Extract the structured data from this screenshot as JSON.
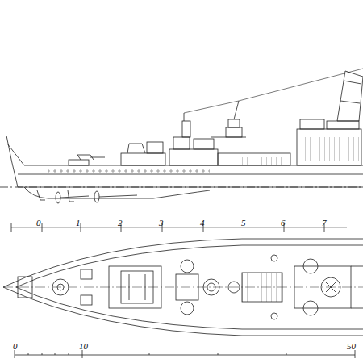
{
  "diagram": {
    "labels": [
      "0",
      "1",
      "2",
      "3",
      "4",
      "5",
      "6",
      "7",
      "0",
      "10",
      "50"
    ]
  }
}
